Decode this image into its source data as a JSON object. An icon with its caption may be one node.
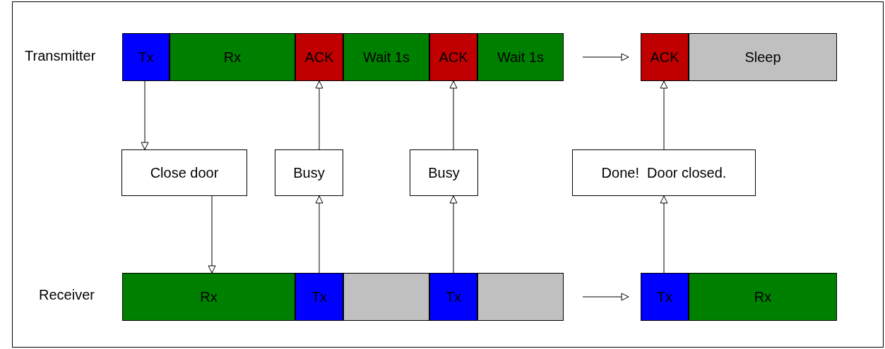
{
  "diagram": {
    "nodes": [
      {
        "text": [
          "Tx"
        ]
      },
      {
        "text": [
          "Rx"
        ]
      },
      {
        "text": [
          "ACK"
        ]
      },
      {
        "text": [
          "Wait 1s"
        ]
      },
      {
        "text": [
          "ACK"
        ]
      },
      {
        "text": [
          "Wait 1s"
        ]
      },
      {
        "text": [
          "ACK"
        ]
      },
      {
        "text": [
          "Sleep"
        ]
      },
      {
        "text": [
          "Close door"
        ]
      },
      {
        "text": [
          "Busy"
        ]
      },
      {
        "text": [
          "Busy"
        ]
      },
      {
        "text": [
          "Done!  Door closed."
        ]
      },
      {
        "text": [
          "Rx"
        ]
      },
      {
        "text": [
          "Tx"
        ]
      },
      {
        "text": [],
        "shape": "bar"
      },
      {
        "text": [
          "Tx"
        ]
      },
      {
        "text": [],
        "shape": "bar"
      },
      {
        "text": [
          "Tx"
        ]
      },
      {
        "text": [
          "Rx"
        ]
      }
    ],
    "edges": [
      {
        "from": 0,
        "to": 8,
        "arrow": "to"
      },
      {
        "from": 8,
        "to": 12,
        "arrow": "to"
      },
      {
        "from": 13,
        "to": 9,
        "arrow": "to"
      },
      {
        "from": 9,
        "to": 2,
        "arrow": "to"
      },
      {
        "from": 15,
        "to": 10,
        "arrow": "to"
      },
      {
        "from": 10,
        "to": 4,
        "arrow": "to"
      },
      {
        "from": 5,
        "to": 6,
        "arrow": "to"
      },
      {
        "from": 17,
        "to": 11,
        "arrow": "to"
      },
      {
        "from": 11,
        "to": 6,
        "arrow": "to"
      },
      {
        "from": 16,
        "to": 17,
        "arrow": "to"
      }
    ],
    "labels": [
      "Transmitter",
      "Receiver"
    ]
  }
}
